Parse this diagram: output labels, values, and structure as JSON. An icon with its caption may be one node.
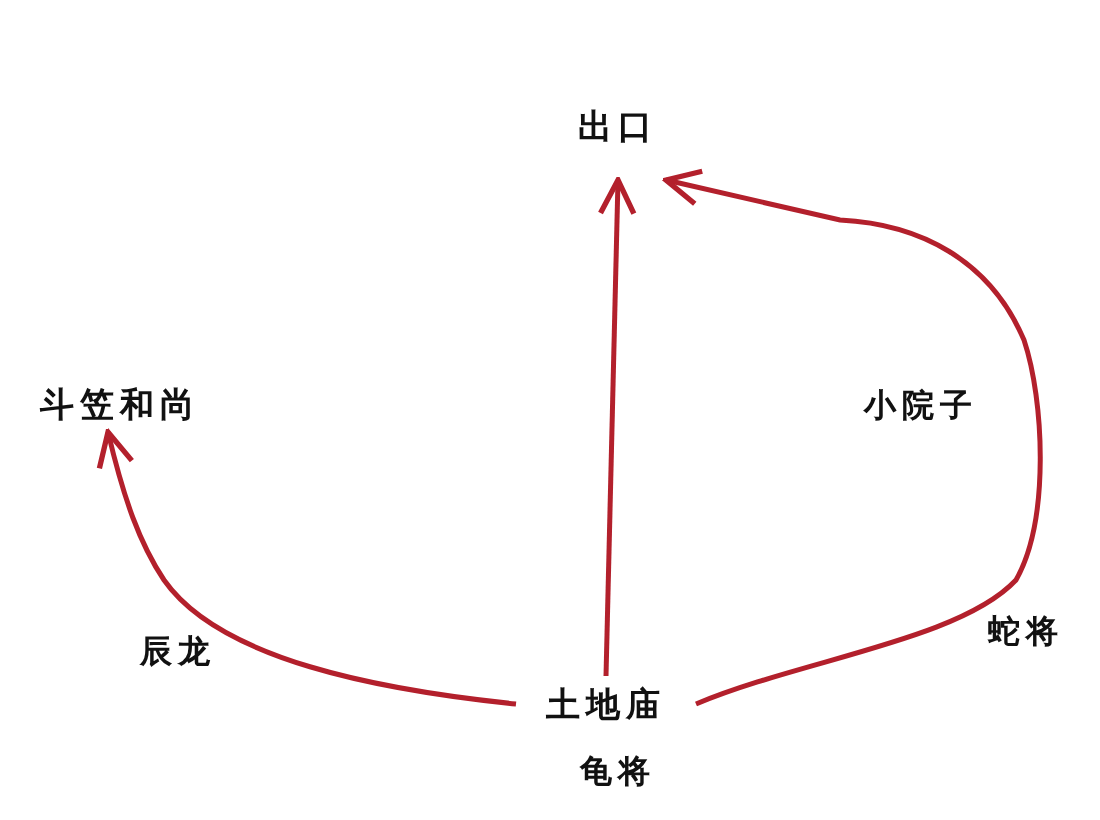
{
  "diagram": {
    "nodes": [
      {
        "text": [
          "出口"
        ]
      },
      {
        "text": [
          "斗笠和尚"
        ]
      },
      {
        "text": [
          "土地庙"
        ]
      }
    ],
    "edges": [
      {
        "from": 2,
        "to": 0,
        "arrow": "to"
      },
      {
        "from": 2,
        "to": 1,
        "arrow": "to"
      },
      {
        "from": 2,
        "to": 0,
        "arrow": "to"
      }
    ],
    "labels": [
      "辰龙",
      "小院子",
      "蛇将",
      "龟将"
    ]
  }
}
